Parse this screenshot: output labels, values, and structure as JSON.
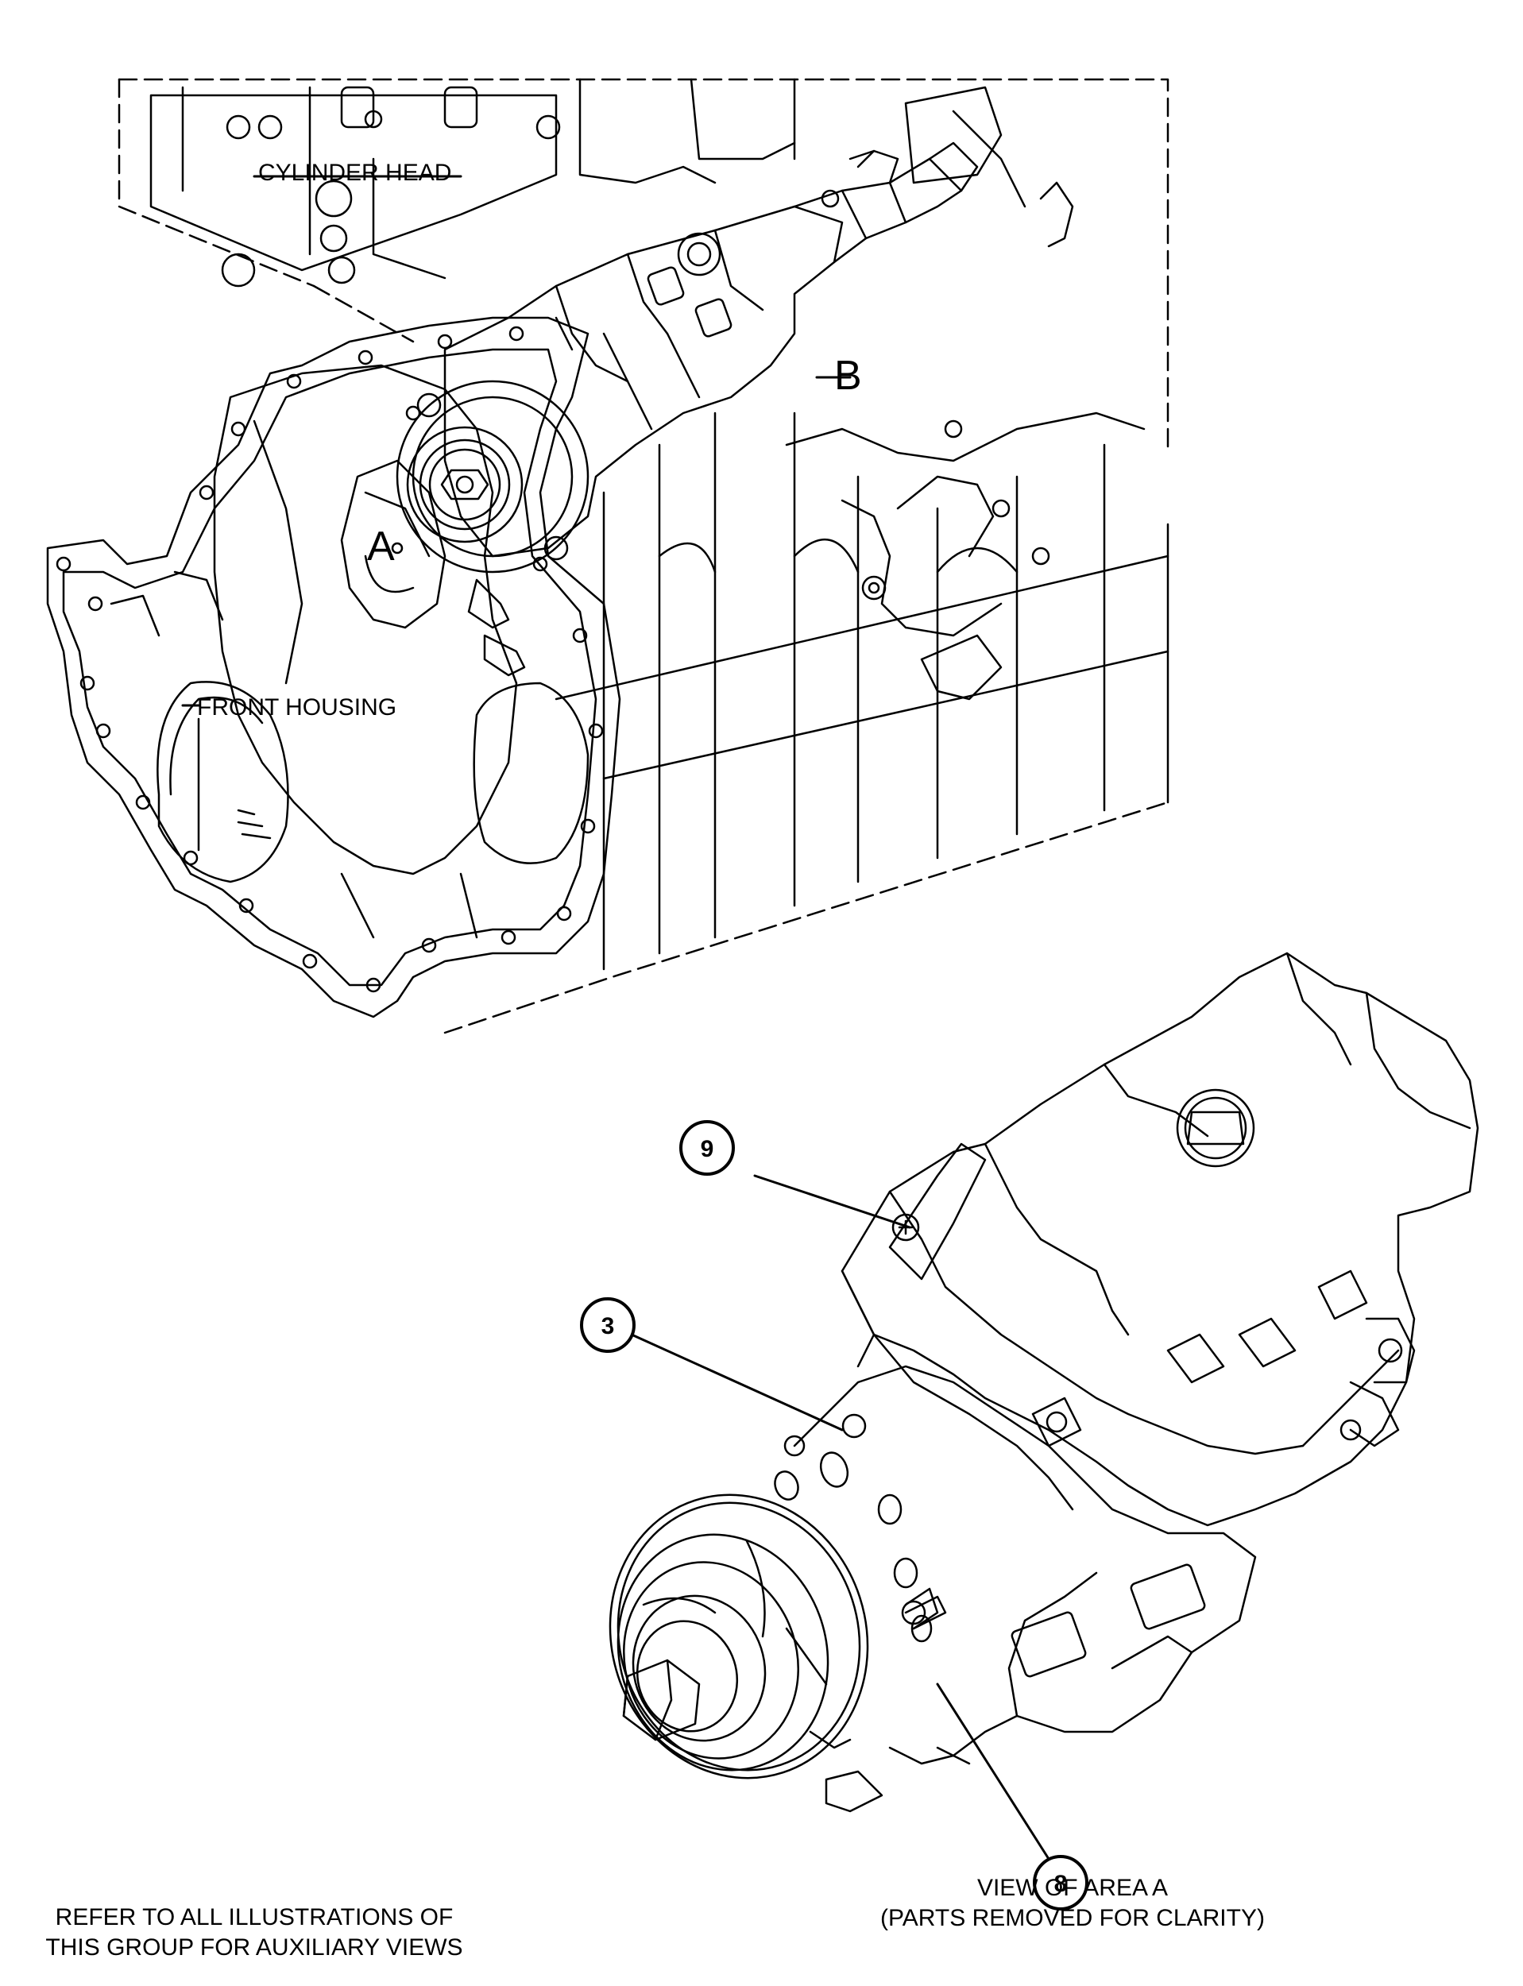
{
  "labels": {
    "cylinder_head": "CYLINDER HEAD",
    "front_housing": "FRONT HOUSING",
    "area_a": "A",
    "area_b": "B"
  },
  "callouts": {
    "c9": "9",
    "c3": "3",
    "c8": "8"
  },
  "notes": {
    "refer_line1": "REFER TO ALL ILLUSTRATIONS OF",
    "refer_line2": "THIS GROUP FOR AUXILIARY VIEWS",
    "view_line1": "VIEW OF AREA A",
    "view_line2": "(PARTS REMOVED FOR CLARITY)"
  }
}
